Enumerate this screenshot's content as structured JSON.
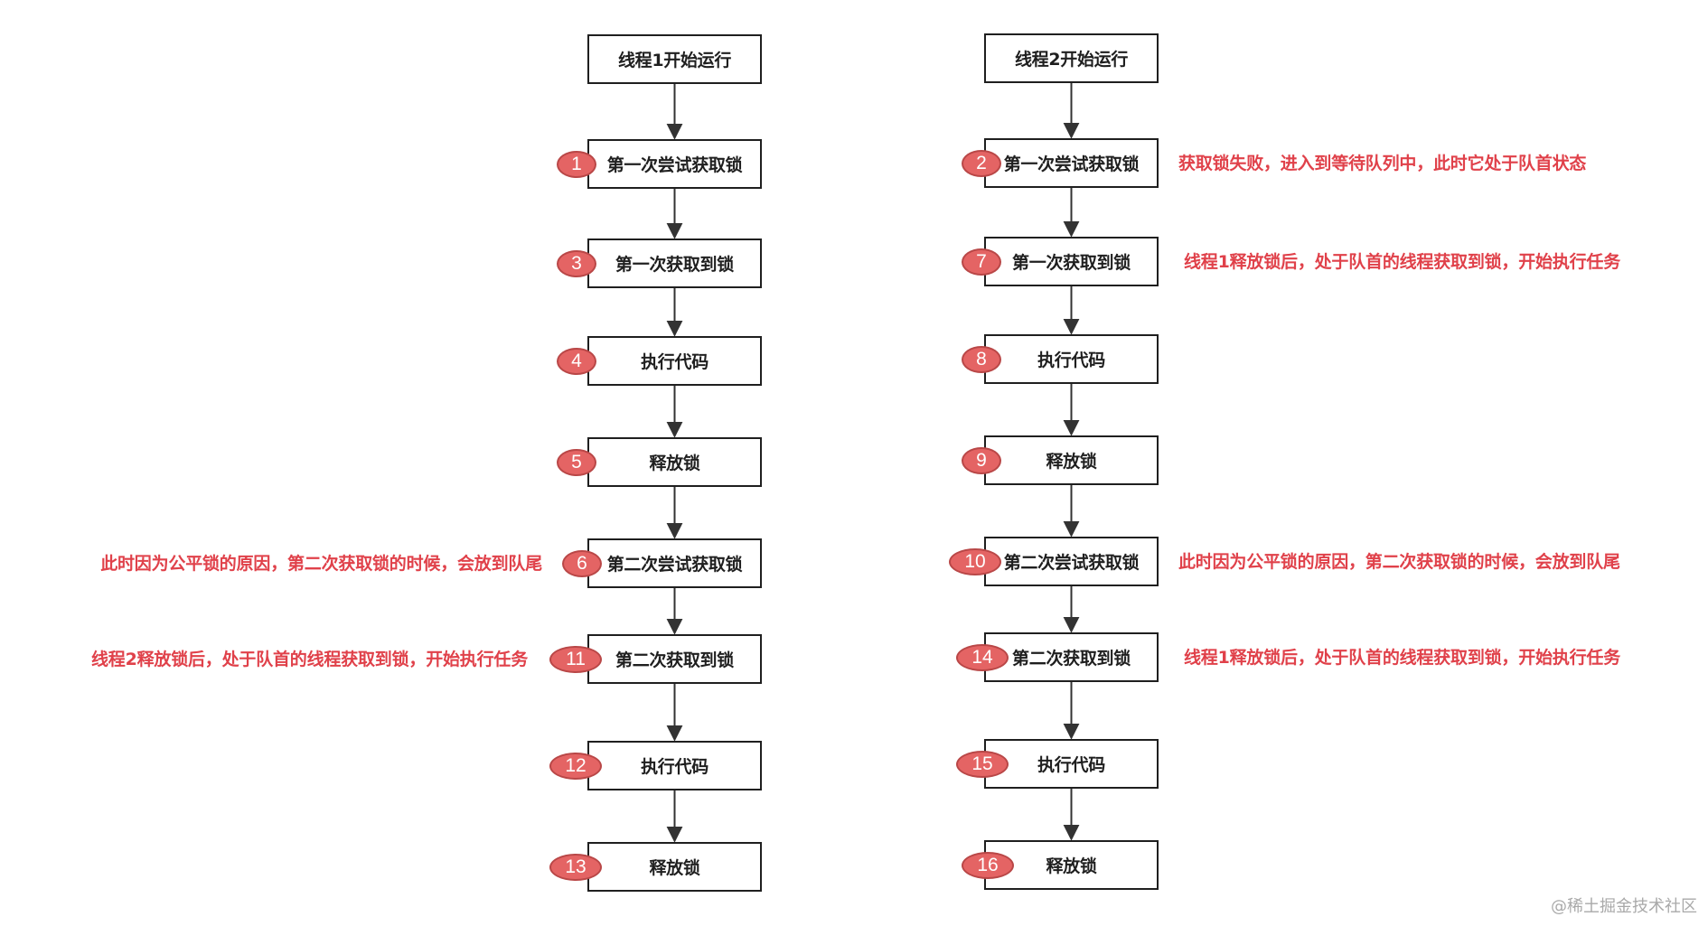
{
  "colors": {
    "box_border": "#1f1f1f",
    "badge_fill": "#e46464",
    "note_text": "#e0414a",
    "arrow": "#333333"
  },
  "thread1": {
    "start_label": "线程1开始运行",
    "steps": [
      {
        "badge": "1",
        "label": "第一次尝试获取锁"
      },
      {
        "badge": "3",
        "label": "第一次获取到锁"
      },
      {
        "badge": "4",
        "label": "执行代码"
      },
      {
        "badge": "5",
        "label": "释放锁"
      },
      {
        "badge": "6",
        "label": "第二次尝试获取锁"
      },
      {
        "badge": "11",
        "label": "第二次获取到锁"
      },
      {
        "badge": "12",
        "label": "执行代码"
      },
      {
        "badge": "13",
        "label": "释放锁"
      }
    ],
    "notes": {
      "step6": "此时因为公平锁的原因，第二次获取锁的时候，会放到队尾",
      "step11": "线程2释放锁后，处于队首的线程获取到锁，开始执行任务"
    }
  },
  "thread2": {
    "start_label": "线程2开始运行",
    "steps": [
      {
        "badge": "2",
        "label": "第一次尝试获取锁"
      },
      {
        "badge": "7",
        "label": "第一次获取到锁"
      },
      {
        "badge": "8",
        "label": "执行代码"
      },
      {
        "badge": "9",
        "label": "释放锁"
      },
      {
        "badge": "10",
        "label": "第二次尝试获取锁"
      },
      {
        "badge": "14",
        "label": "第二次获取到锁"
      },
      {
        "badge": "15",
        "label": "执行代码"
      },
      {
        "badge": "16",
        "label": "释放锁"
      }
    ],
    "notes": {
      "step2": "获取锁失败，进入到等待队列中，此时它处于队首状态",
      "step7": "线程1释放锁后，处于队首的线程获取到锁，开始执行任务",
      "step10": "此时因为公平锁的原因，第二次获取锁的时候，会放到队尾",
      "step14": "线程1释放锁后，处于队首的线程获取到锁，开始执行任务"
    }
  },
  "watermark": "@稀土掘金技术社区"
}
